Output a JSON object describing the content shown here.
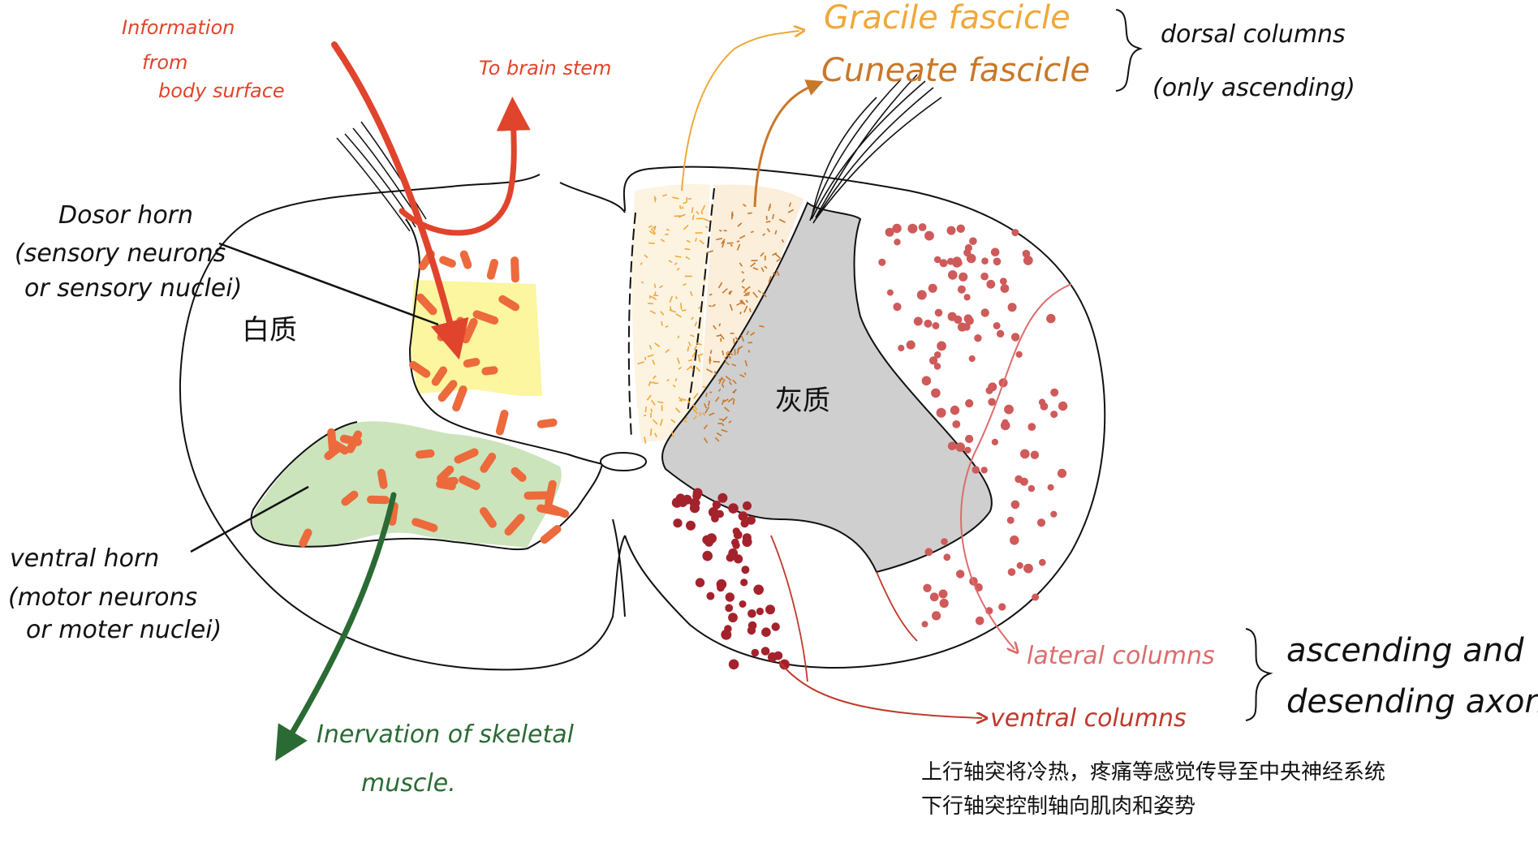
{
  "colors": {
    "outline": "#111111",
    "red_label": "#e0442c",
    "gracile": "#f0a83a",
    "cuneate": "#c8782a",
    "dorsal_horn_fill": "#fbf59a",
    "ventral_horn_fill": "#c8e3b8",
    "gray_matter": "#cfcfcf",
    "neuron_orange": "#ec6a3c",
    "lateral_dots": "#cf5a5a",
    "ventral_dots": "#a4222c",
    "green_arrow": "#2a6b34",
    "lateral_label": "#dc6c6c",
    "ventral_label": "#c0392b"
  },
  "left": {
    "info_from": [
      "Information",
      "from",
      "body surface"
    ],
    "to_brain_stem": "To brain stem",
    "dorsal_horn": [
      "Dosor horn",
      "(sensory neurons",
      "or sensory nuclei)"
    ],
    "white_matter_cn": "白质",
    "ventral_horn": [
      "ventral horn",
      "(motor neurons",
      "or moter nuclei)"
    ],
    "innervation": [
      "Inervation of skeletal",
      "muscle."
    ]
  },
  "right": {
    "gracile": "Gracile fascicle",
    "cuneate": "Cuneate fascicle",
    "dorsal_columns": [
      "dorsal columns",
      "(only ascending)"
    ],
    "gray_matter_cn": "灰质",
    "lateral_columns": "lateral columns",
    "ventral_columns": "ventral columns",
    "asc_desc": [
      "ascending and",
      "desending axons"
    ],
    "note_cn": [
      "上行轴突将冷热，疼痛等感觉传导至中央神经系统",
      "下行轴突控制轴向肌肉和姿势"
    ]
  }
}
